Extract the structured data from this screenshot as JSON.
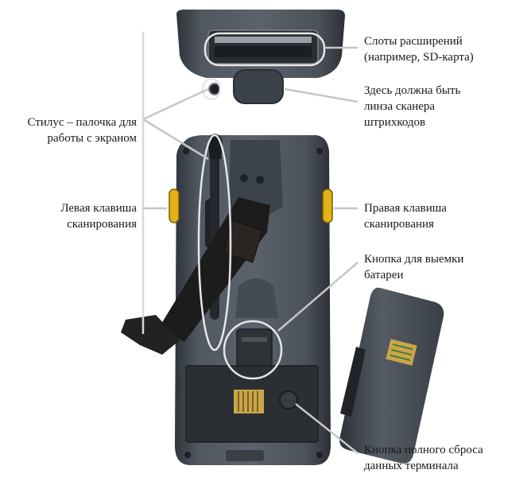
{
  "labels": {
    "expansion_slots": [
      "Слоты расширений",
      "(например, SD-карта)"
    ],
    "scanner_lens": [
      "Здесь должна быть",
      "линза сканера",
      "штрихкодов"
    ],
    "stylus": [
      "Стилус – палочка для",
      "работы с экраном"
    ],
    "left_scan_key": [
      "Левая клавиша",
      "сканирования"
    ],
    "right_scan_key": [
      "Правая клавиша",
      "сканирования"
    ],
    "battery_release": [
      "Кнопка для выемки",
      "батареи"
    ],
    "full_reset": [
      "Кнопка полного сброса",
      "данных терминала"
    ]
  },
  "colors": {
    "device_body": "#4a5058",
    "device_dark": "#2c3036",
    "strap": "#1c1c1c",
    "scan_key": "#e3b21a",
    "leader_line": "#c6c6c6",
    "contacts": "#c9a64a"
  }
}
